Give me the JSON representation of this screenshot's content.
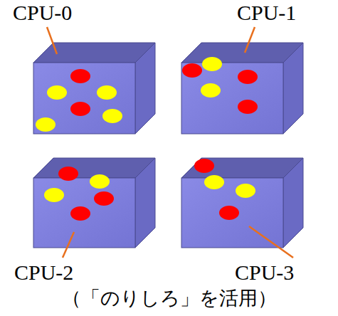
{
  "diagram": {
    "caption": "（「のりしろ」を活用）",
    "labels": [
      "CPU-0",
      "CPU-1",
      "CPU-2",
      "CPU-3"
    ]
  }
}
